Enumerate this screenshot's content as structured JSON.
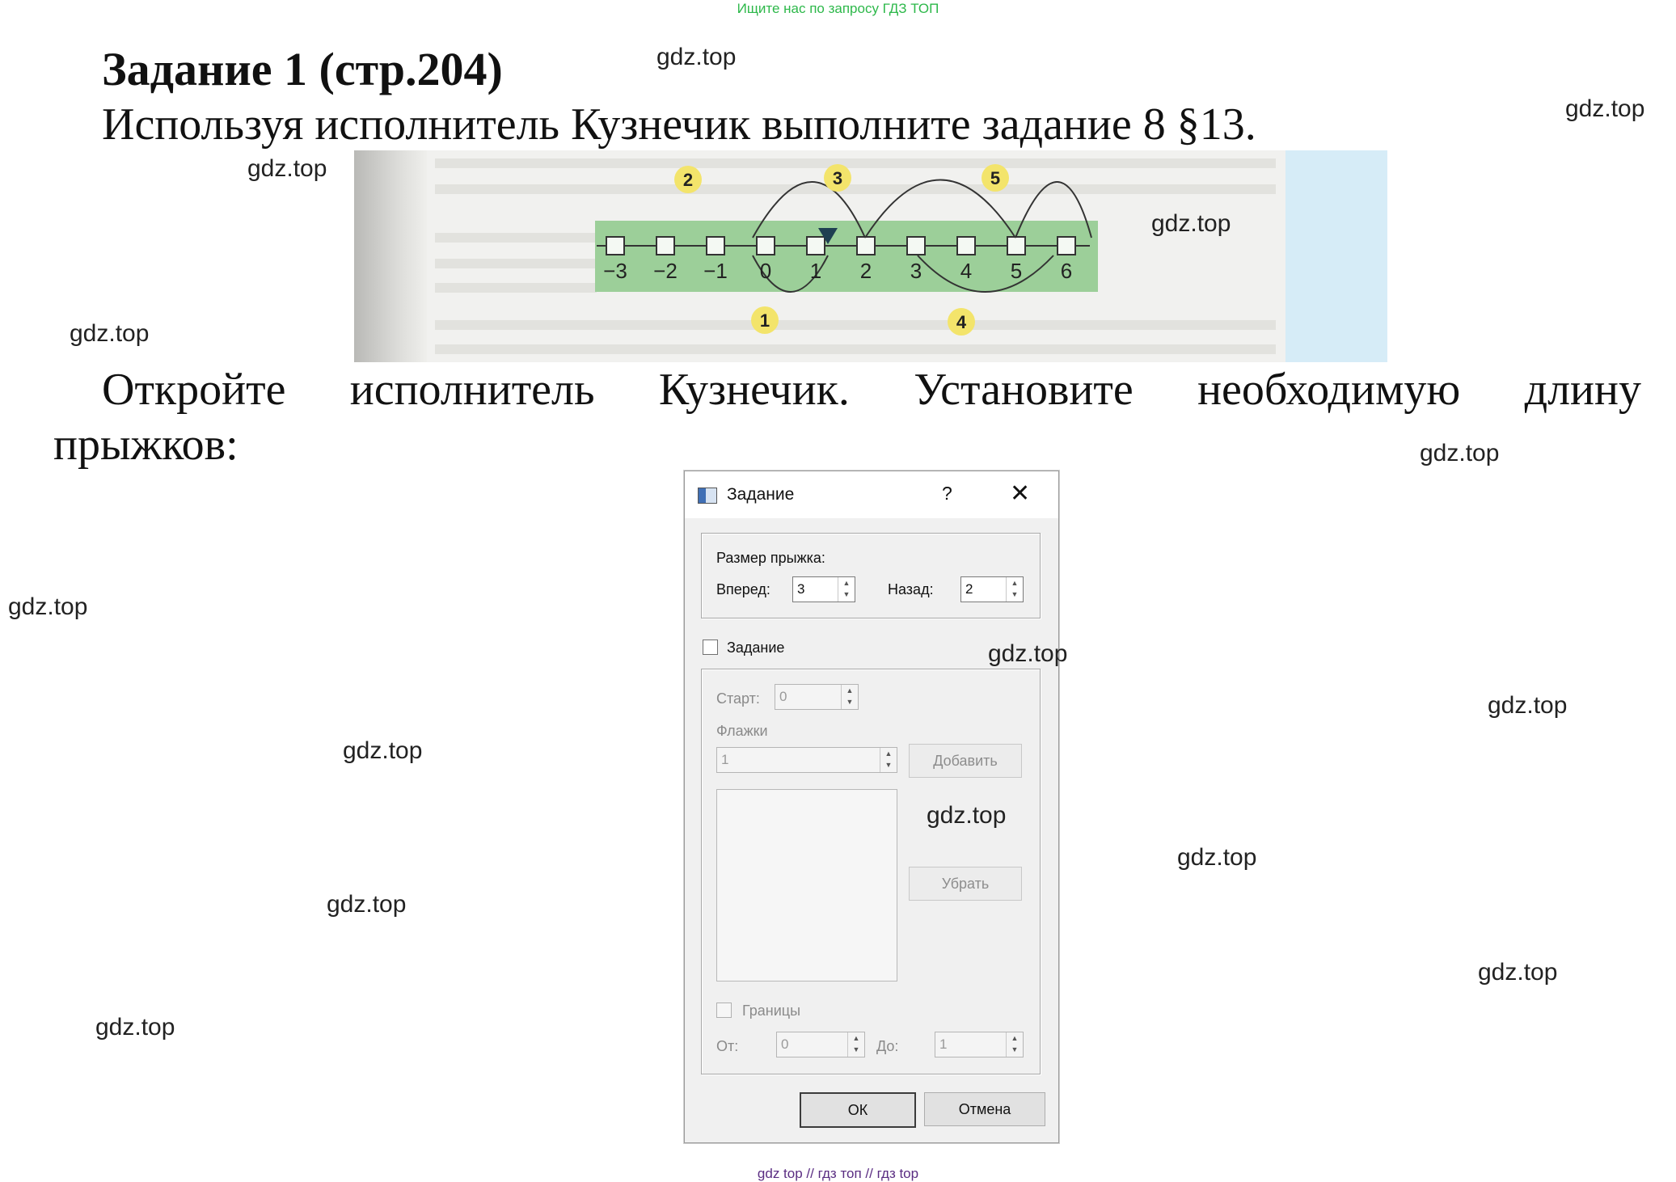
{
  "banner": "Ищите нас по запросу ГДЗ ТОП",
  "title": "Задание 1 (стр.204)",
  "subtitle": "Используя исполнитель Кузнечик выполните задание 8 §13.",
  "paragraph": {
    "line1_words": [
      "Откройте",
      "исполнитель",
      "Кузнечик.",
      "Установите",
      "необходимую",
      "длину"
    ],
    "line2": "прыжков:"
  },
  "figure": {
    "axis_labels": [
      "−3",
      "−2",
      "−1",
      "0",
      "1",
      "2",
      "3",
      "4",
      "5",
      "6"
    ],
    "step_badges": [
      "1",
      "2",
      "3",
      "4",
      "5"
    ],
    "colors": {
      "band": "#9ccf99",
      "badge": "#f3e46b",
      "marker": "#1f3f52"
    }
  },
  "dialog": {
    "title": "Задание",
    "help": "?",
    "close": "✕",
    "jump_group_label": "Размер прыжка:",
    "forward_label": "Вперед:",
    "forward_value": "3",
    "back_label": "Назад:",
    "back_value": "2",
    "task_checkbox_label": "Задание",
    "start_label": "Старт:",
    "start_value": "0",
    "flags_label": "Флажки",
    "flags_value": "1",
    "add_button": "Добавить",
    "remove_button": "Убрать",
    "bounds_checkbox_label": "Границы",
    "from_label": "От:",
    "from_value": "0",
    "to_label": "До:",
    "to_value": "1",
    "ok_button": "ОК",
    "cancel_button": "Отмена"
  },
  "watermark": "gdz.top",
  "footer": "gdz top  //  гдз топ  //  гдз top"
}
